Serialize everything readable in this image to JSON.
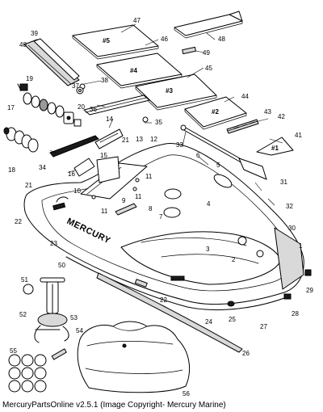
{
  "caption": "MercuryPartsOnline v2.5.1 (Image Copyright- Mercury Marine)",
  "brand_text": "MERCURY",
  "panel_labels": {
    "floor_5": "#5",
    "floor_4": "#4",
    "floor_3": "#3",
    "floor_2": "#2",
    "floor_1": "#1"
  },
  "callouts": [
    "1",
    "2",
    "3",
    "4",
    "5",
    "6",
    "7",
    "8",
    "9",
    "10",
    "11",
    "11",
    "11",
    "12",
    "13",
    "14",
    "15",
    "16",
    "17",
    "18",
    "19",
    "20",
    "21",
    "21",
    "22",
    "22",
    "23",
    "24",
    "25",
    "26",
    "27",
    "28",
    "29",
    "30",
    "31",
    "32",
    "33",
    "34",
    "35",
    "36",
    "37",
    "38",
    "39",
    "40",
    "41",
    "42",
    "43",
    "44",
    "45",
    "46",
    "47",
    "48",
    "49",
    "50",
    "51",
    "52",
    "53",
    "54",
    "55",
    "56"
  ]
}
